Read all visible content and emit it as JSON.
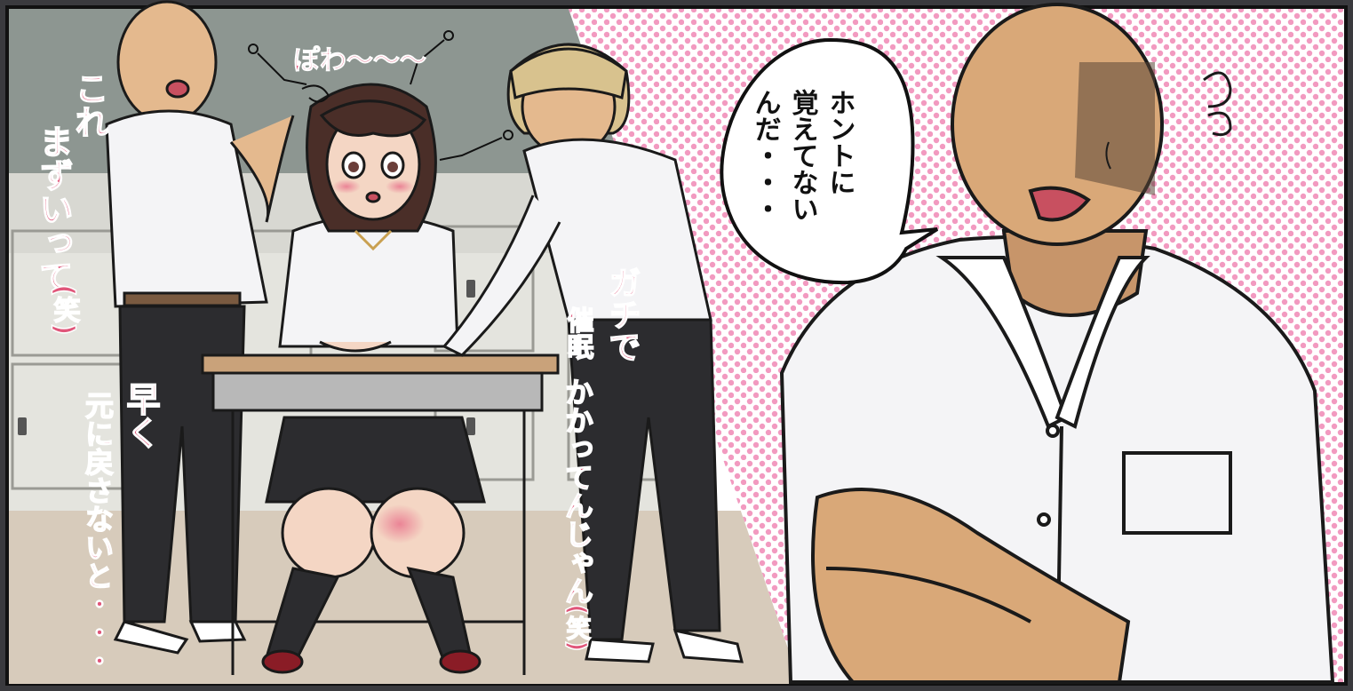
{
  "speech_bubble": {
    "columns": [
      "ホントに",
      "覚えてない",
      "んだ・・・"
    ]
  },
  "sfx": {
    "dazed": "ぽわ〜〜〜"
  },
  "left_comment": {
    "columns": [
      "これ",
      "まずいって",
      "(笑)"
    ]
  },
  "left_comment_2": {
    "columns": [
      "早く",
      "元に戻さないと・・・"
    ]
  },
  "middle_comment": {
    "columns": [
      "ガチで",
      "催眠",
      "かかってんじゃん",
      "(笑)"
    ]
  },
  "colors": {
    "sfx_pink": "#e0567a",
    "dot_pink": "#f29ac0",
    "wall_gray": "#8c9590",
    "shirt_white": "#f4f4f6",
    "skin": "#d9a878",
    "pants_black": "#2c2c2f"
  }
}
